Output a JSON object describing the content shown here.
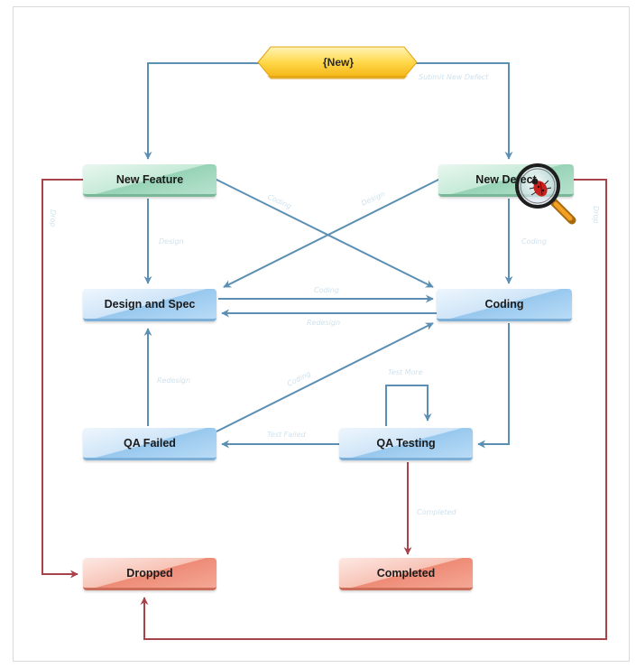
{
  "start": {
    "label": "{New}"
  },
  "nodes": {
    "new_feature": "New Feature",
    "new_defect": "New Defect",
    "design_spec": "Design and Spec",
    "coding": "Coding",
    "qa_failed": "QA Failed",
    "qa_testing": "QA Testing",
    "dropped": "Dropped",
    "completed": "Completed"
  },
  "edge_labels": {
    "submit_new_defect": "Submit New Defect",
    "coding_nf": "Coding",
    "design_nd": "Design",
    "design_nf": "Design",
    "coding_nd": "Coding",
    "coding_ds": "Coding",
    "redesign_c": "Redesign",
    "redesign_qa": "Redesign",
    "coding_qa": "Coding",
    "test_more": "Test More",
    "test_failed": "Test Failed",
    "completed_edge": "Completed",
    "drop_left": "Drop",
    "drop_right": "Drop"
  },
  "colors": {
    "flow_edge": "#5b8fb3",
    "drop_edge": "#a8424b",
    "start_fill": "#f7c21b"
  }
}
